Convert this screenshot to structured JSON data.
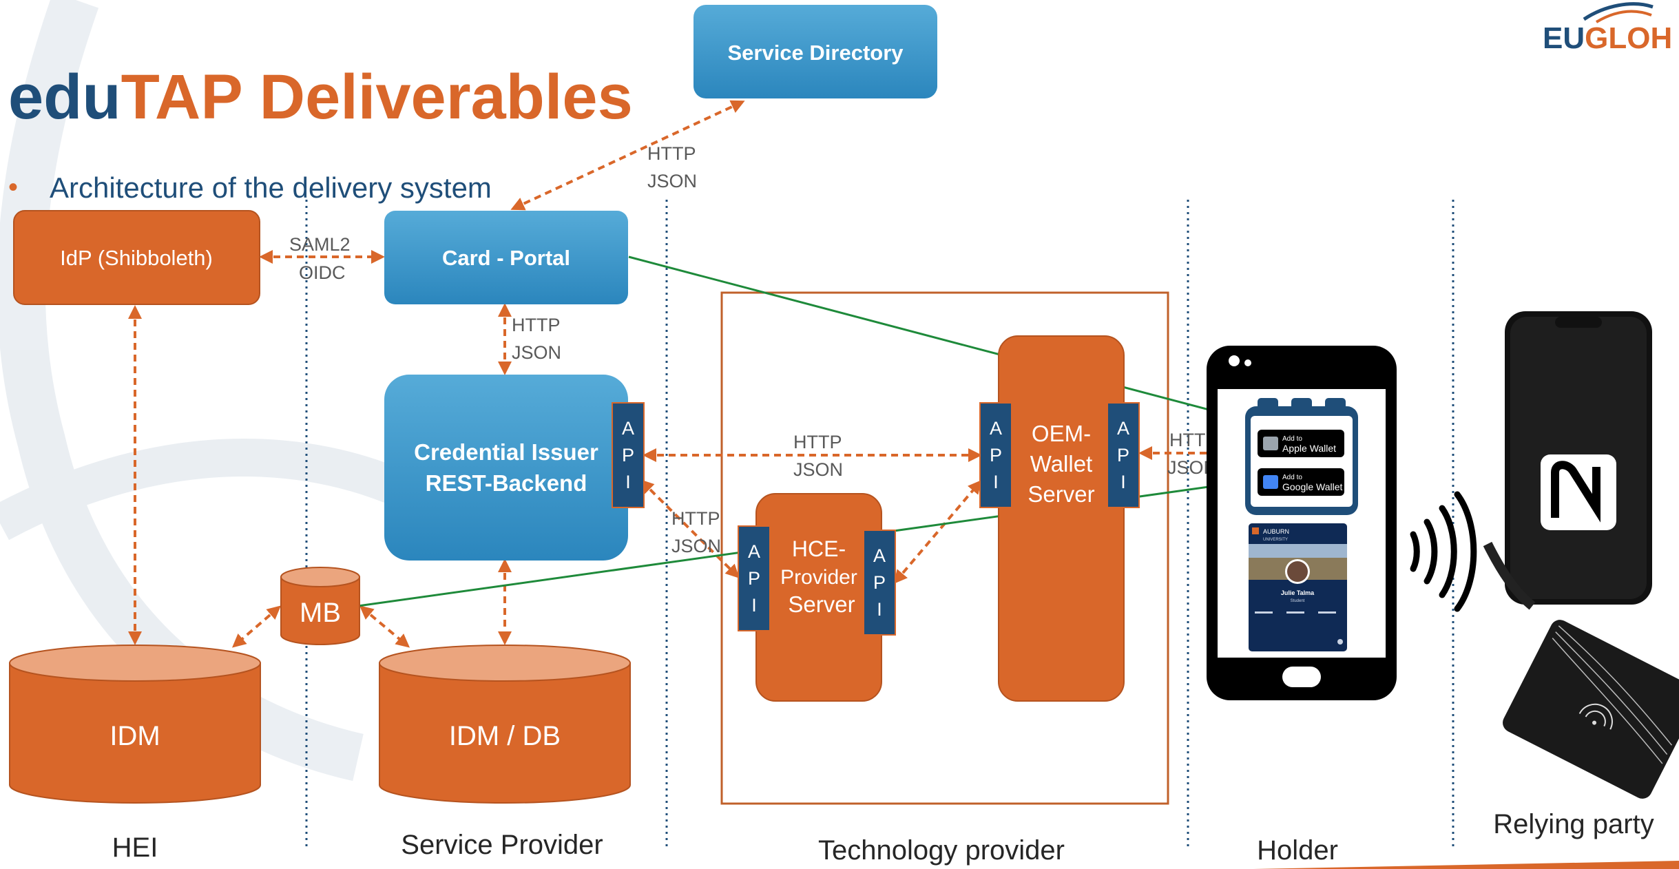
{
  "title": {
    "part1": "edu",
    "part2": "TAP Deliverables"
  },
  "logo": {
    "part1": "EU",
    "part2": "GLOH"
  },
  "bullet": "Architecture of the delivery system",
  "boxes": {
    "service_directory": "Service Directory",
    "idp": "IdP (Shibboleth)",
    "card_portal": "Card - Portal",
    "credential_issuer_line1": "Credential Issuer",
    "credential_issuer_line2": "REST-Backend",
    "oem_line1": "OEM-",
    "oem_line2": "Wallet",
    "oem_line3": "Server",
    "hce_line1": "HCE-",
    "hce_line2": "Provider",
    "hce_line3": "Server",
    "mb": "MB",
    "idm": "IDM",
    "idm_db": "IDM / DB"
  },
  "api_letters": [
    "A",
    "P",
    "I"
  ],
  "connector_labels": {
    "http": "HTTP",
    "json": "JSON",
    "saml2": "SAML2",
    "oidc": "OIDC"
  },
  "wallet_buttons": {
    "apple_small": "Add to",
    "apple_big": "Apple Wallet",
    "google_small": "Add to",
    "google_big": "Google Wallet"
  },
  "student_card": {
    "university": "AUBURN",
    "sub": "UNIVERSITY",
    "name": "Julie Talma",
    "role": "Student"
  },
  "columns": {
    "hei": "HEI",
    "service_provider": "Service Provider",
    "technology_provider": "Technology provider",
    "holder": "Holder",
    "relying_party": "Relying party"
  },
  "colors": {
    "orange": "#d9672a",
    "navy": "#1f4e79",
    "blue_top": "#56abd8",
    "blue_bottom": "#2b86bd",
    "green": "#1e8a3a",
    "api_fill": "#1f4e79"
  }
}
